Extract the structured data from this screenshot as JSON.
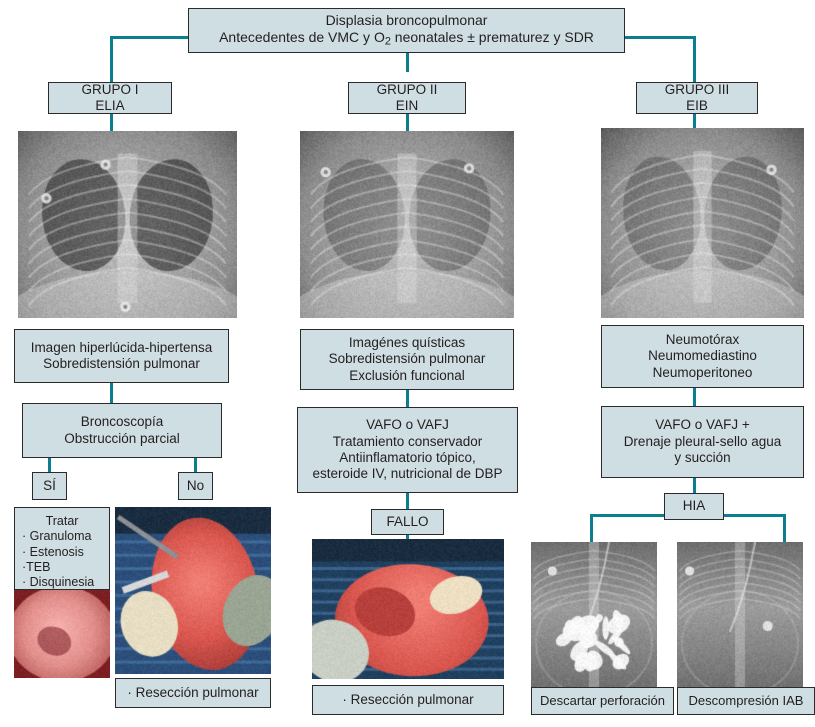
{
  "title_box": {
    "line1": "Displasia broncopulmonar",
    "line2_pre": "Antecedentes de VMC y O",
    "line2_sub": "2",
    "line2_post": " neonatales ± prematurez y SDR"
  },
  "groups": [
    {
      "name": "GRUPO I",
      "acronym": "ELIA"
    },
    {
      "name": "GRUPO II",
      "acronym": "EIN"
    },
    {
      "name": "GRUPO III",
      "acronym": "EIB"
    }
  ],
  "column1": {
    "findings": {
      "line1": "Imagen hiperlúcida-hipertensa",
      "line2": "Sobredistensión pulmonar"
    },
    "procedure": {
      "line1": "Broncoscopía",
      "line2": "Obstrucción parcial"
    },
    "decision_yes": "SÍ",
    "decision_no": "No",
    "treat_list": {
      "head": "Tratar",
      "items": [
        "· Granuloma",
        "· Estenosis",
        "·TEB",
        "· Disquinesia"
      ]
    },
    "outcome": "· Resección pulmonar"
  },
  "column2": {
    "findings": {
      "line1": "Imagénes quísticas",
      "line2": "Sobredistensión pulmonar",
      "line3": "Exclusión funcional"
    },
    "management": {
      "line1": "VAFO o VAFJ",
      "line2": "Tratamiento conservador",
      "line3": "Antiinflamatorio tópico,",
      "line4": "esteroide IV, nutricional de DBP"
    },
    "failure": "FALLO",
    "outcome": "· Resección pulmonar"
  },
  "column3": {
    "findings": {
      "line1": "Neumotórax",
      "line2": "Neumomediastino",
      "line3": "Neumoperitoneo"
    },
    "management": {
      "line1": "VAFO o VAFJ +",
      "line2": "Drenaje pleural-sello agua",
      "line3": "y succión"
    },
    "hia": "HIA",
    "outcome_left": "Descartar perforación",
    "outcome_right": "Descompresión IAB"
  },
  "images": {
    "xray_group1": "chest-xray-hyperlucent-lung",
    "xray_group2": "chest-xray-cystic-lesions",
    "xray_group3": "chest-xray-pneumothorax",
    "surgery_group1": "intraoperative-lung-resection-photo",
    "bronchoscopy_group1": "bronchoscopy-airway-photo",
    "surgery_group2": "intraoperative-lung-resection-photo",
    "xray_hia_left": "abdominal-contrast-xray",
    "xray_hia_right": "chest-abdomen-xray"
  },
  "colors": {
    "box_fill": "#cfdee3",
    "box_border": "#2b2b2b",
    "connector": "#0b7f8f",
    "text": "#231f20"
  }
}
